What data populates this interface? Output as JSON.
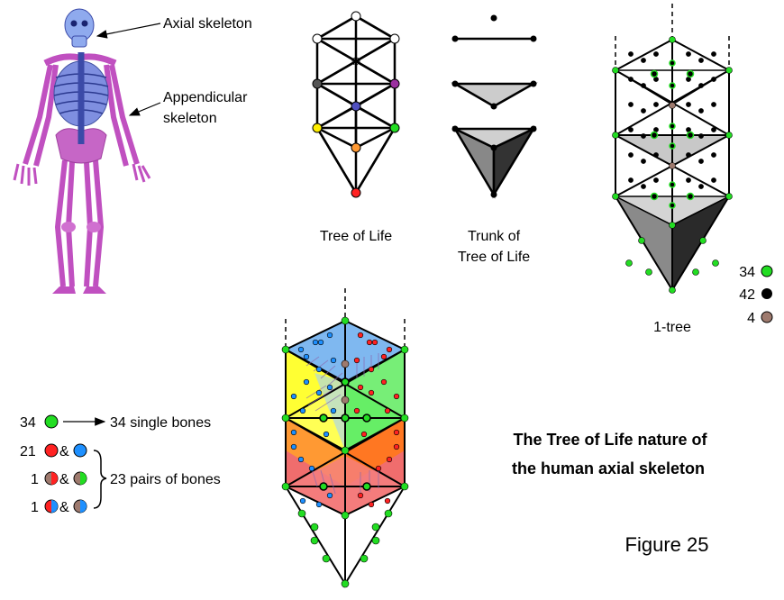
{
  "skeleton": {
    "axial_label": "Axial skeleton",
    "appendicular_label_1": "Appendicular",
    "appendicular_label_2": "skeleton"
  },
  "tree_of_life": {
    "label": "Tree of Life"
  },
  "trunk": {
    "label_1": "Trunk of",
    "label_2": "Tree of Life"
  },
  "one_tree": {
    "label": "1-tree",
    "legend": [
      {
        "count": "34",
        "color": "#22dd22"
      },
      {
        "count": "42",
        "color": "#000000"
      },
      {
        "count": "4",
        "color": "#9e7a6e"
      }
    ]
  },
  "bones_key": {
    "single_count": "34",
    "single_text": "34 single bones",
    "row2_count": "21",
    "row3_count": "1",
    "row4_count": "1",
    "amp": "&",
    "pairs_text": "23 pairs of bones"
  },
  "title": {
    "line1": "The Tree of Life nature of",
    "line2": "the human axial skeleton"
  },
  "figure_label": "Figure 25",
  "colors": {
    "green": "#22dd22",
    "red": "#ff2222",
    "blue": "#1e90ff",
    "brown": "#9e7a6e",
    "purple": "#9b2fa0",
    "yellow": "#ffee00",
    "orange": "#ff9933"
  }
}
